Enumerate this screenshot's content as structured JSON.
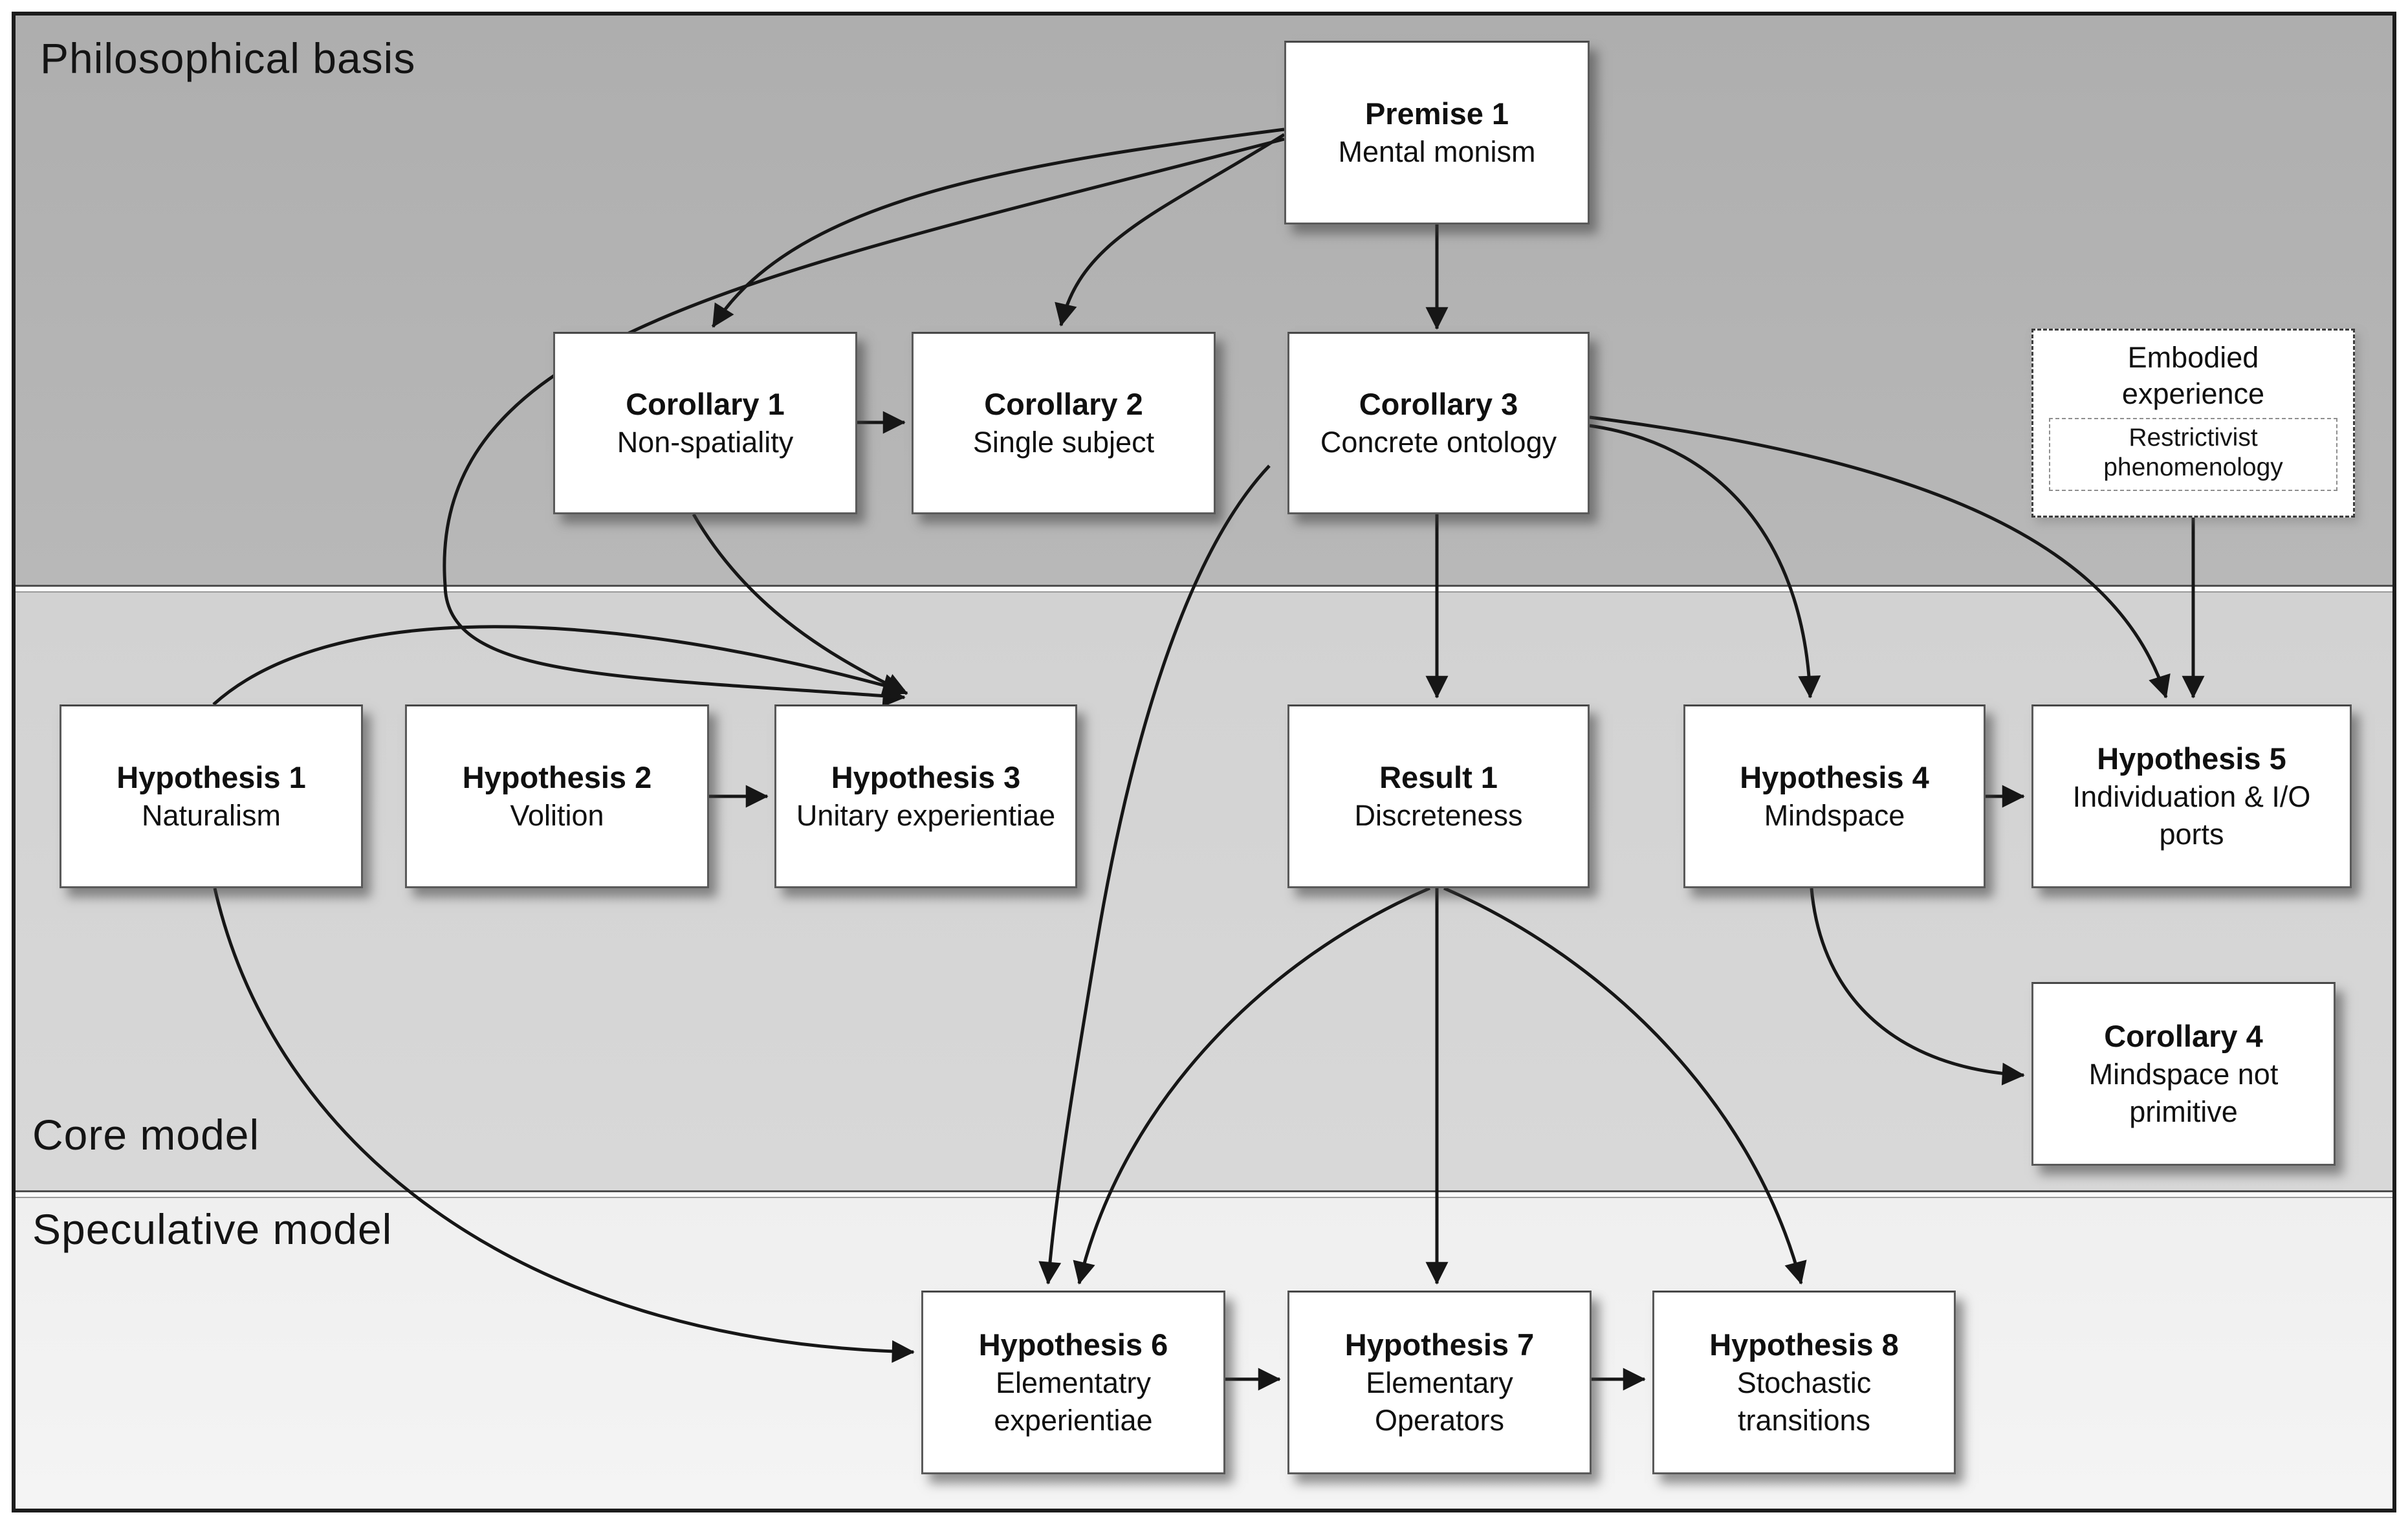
{
  "diagram": {
    "bands": [
      {
        "id": "philosophical",
        "label": "Philosophical basis"
      },
      {
        "id": "core",
        "label": "Core model"
      },
      {
        "id": "speculative",
        "label": "Speculative model"
      }
    ],
    "nodes": {
      "premise1": {
        "title": "Premise 1",
        "subtitle": "Mental monism"
      },
      "corollary1": {
        "title": "Corollary 1",
        "subtitle": "Non-spatiality"
      },
      "corollary2": {
        "title": "Corollary 2",
        "subtitle": "Single subject"
      },
      "corollary3": {
        "title": "Corollary 3",
        "subtitle": "Concrete ontology"
      },
      "embodied": {
        "title": "Embodied experience",
        "inner_label": "Restrictivist phenomenology"
      },
      "hypothesis1": {
        "title": "Hypothesis 1",
        "subtitle": "Naturalism"
      },
      "hypothesis2": {
        "title": "Hypothesis 2",
        "subtitle": "Volition"
      },
      "hypothesis3": {
        "title": "Hypothesis 3",
        "subtitle": "Unitary experientiae"
      },
      "result1": {
        "title": "Result 1",
        "subtitle": "Discreteness"
      },
      "hypothesis4": {
        "title": "Hypothesis 4",
        "subtitle": "Mindspace"
      },
      "hypothesis5": {
        "title": "Hypothesis 5",
        "subtitle": "Individuation & I/O ports"
      },
      "corollary4": {
        "title": "Corollary 4",
        "subtitle": "Mindspace not primitive"
      },
      "hypothesis6": {
        "title": "Hypothesis 6",
        "subtitle": "Elementatry experientiae"
      },
      "hypothesis7": {
        "title": "Hypothesis 7",
        "subtitle": "Elementary Operators"
      },
      "hypothesis8": {
        "title": "Hypothesis 8",
        "subtitle": "Stochastic transitions"
      }
    },
    "edges": [
      {
        "from": "premise1",
        "to": "corollary1"
      },
      {
        "from": "premise1",
        "to": "corollary2"
      },
      {
        "from": "premise1",
        "to": "corollary3"
      },
      {
        "from": "premise1",
        "to": "hypothesis3"
      },
      {
        "from": "corollary1",
        "to": "corollary2"
      },
      {
        "from": "corollary1",
        "to": "hypothesis3"
      },
      {
        "from": "hypothesis1",
        "to": "hypothesis3"
      },
      {
        "from": "hypothesis2",
        "to": "hypothesis3"
      },
      {
        "from": "corollary3",
        "to": "result1"
      },
      {
        "from": "corollary3",
        "to": "hypothesis4"
      },
      {
        "from": "corollary3",
        "to": "hypothesis5"
      },
      {
        "from": "corollary3",
        "to": "hypothesis6"
      },
      {
        "from": "embodied",
        "to": "hypothesis5"
      },
      {
        "from": "hypothesis4",
        "to": "hypothesis5"
      },
      {
        "from": "hypothesis4",
        "to": "corollary4"
      },
      {
        "from": "result1",
        "to": "hypothesis6"
      },
      {
        "from": "result1",
        "to": "hypothesis7"
      },
      {
        "from": "result1",
        "to": "hypothesis8"
      },
      {
        "from": "hypothesis1",
        "to": "hypothesis6"
      },
      {
        "from": "hypothesis6",
        "to": "hypothesis7"
      },
      {
        "from": "hypothesis7",
        "to": "hypothesis8"
      }
    ],
    "colors": {
      "band_philosophical": "#b2b2b2",
      "band_core": "#d5d5d5",
      "band_speculative": "#f1f1f1",
      "line": "#161616",
      "box_fill": "#ffffff",
      "box_border": "#5a5a5a"
    }
  }
}
